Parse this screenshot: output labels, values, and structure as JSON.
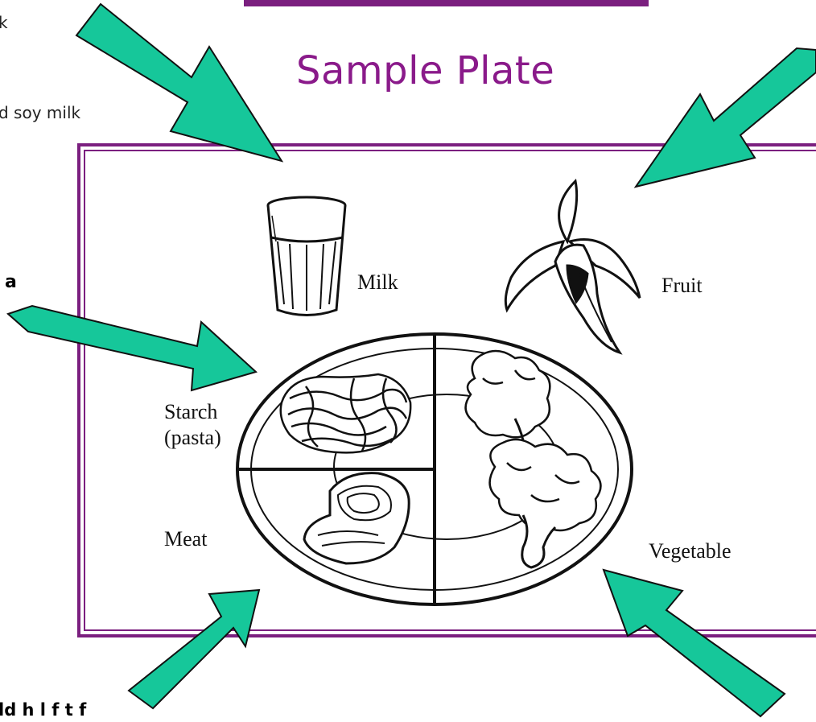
{
  "title": "Sample Plate",
  "partial_text": {
    "top_left_k": "k",
    "soy_milk": "d soy milk",
    "a_label": "a",
    "bottom_text": "ld h l f t f"
  },
  "labels": {
    "milk": "Milk",
    "fruit": "Fruit",
    "starch_line1": "Starch",
    "starch_line2": "(pasta)",
    "meat": "Meat",
    "vegetable": "Vegetable"
  },
  "colors": {
    "accent_purple": "#7b1f7f",
    "title_purple": "#8a1a8a",
    "arrow_green": "#16c79a"
  }
}
